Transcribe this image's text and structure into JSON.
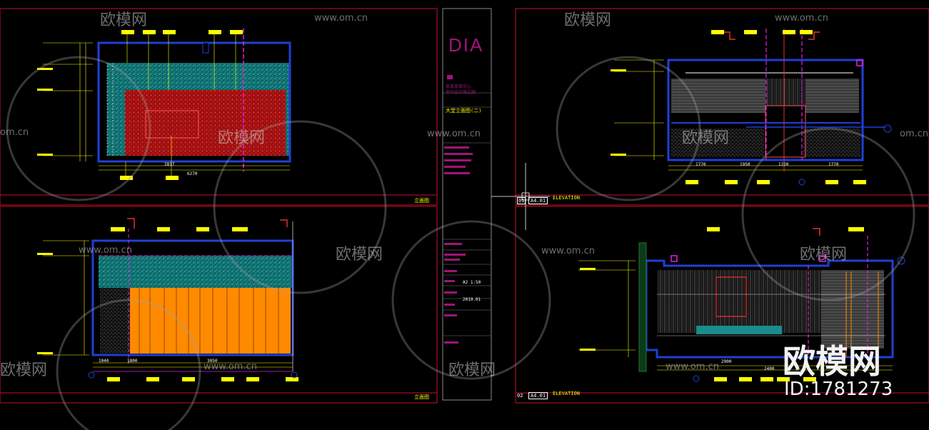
{
  "watermark": {
    "brand": "欧模网",
    "site": "www.om.cn",
    "site_short": "om.cn",
    "id_label": "ID:1781273"
  },
  "title_block": {
    "logo": "DIA",
    "project_lines": [
      "某某某某中心",
      "室内设计施工图"
    ],
    "sheet_title": "大堂立面图(二)",
    "scale": "A2 1:50",
    "date": "2019.01"
  },
  "panels": {
    "top_left_caption": "立面图",
    "bottom_left_caption": "立面图",
    "top_right": {
      "num": "01",
      "ref": "A4.01",
      "title": "ELEVATION"
    },
    "bottom_right": {
      "num": "02",
      "ref": "A4.01",
      "title": "ELEVATION"
    }
  },
  "dimensions": {
    "tl_bottom": [
      "2817",
      "6270"
    ],
    "tr_bottom": [
      "1770",
      "1950",
      "1220",
      "1770"
    ],
    "bl_bottom": [
      "1040",
      "1800",
      "3050"
    ],
    "br_bottom": [
      "2900",
      "2400"
    ]
  },
  "colors": {
    "frame": "#c8102e",
    "wall": "#1f3fd6",
    "teal": "#1a8c8c",
    "red_panel": "#b81616",
    "orange": "#ff8a00",
    "magenta": "#e020e0",
    "yellow": "#ffff00",
    "brand": "#a0147a"
  }
}
